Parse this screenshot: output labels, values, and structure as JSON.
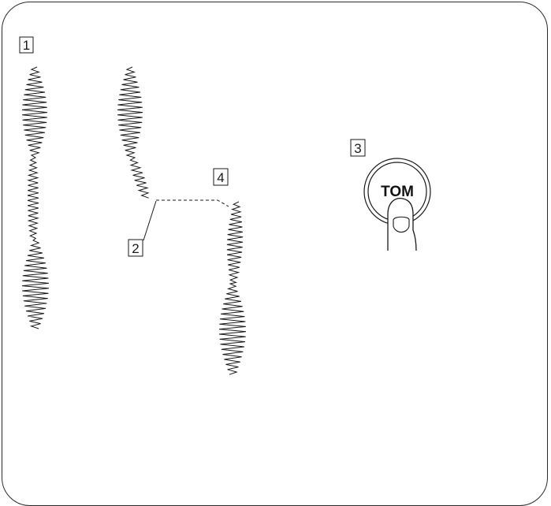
{
  "labels": {
    "l1": "1",
    "l2": "2",
    "l3": "3",
    "l4": "4"
  },
  "button": {
    "text": "TOM"
  },
  "colors": {
    "ink": "#1a1a1a",
    "background": "#ffffff"
  }
}
